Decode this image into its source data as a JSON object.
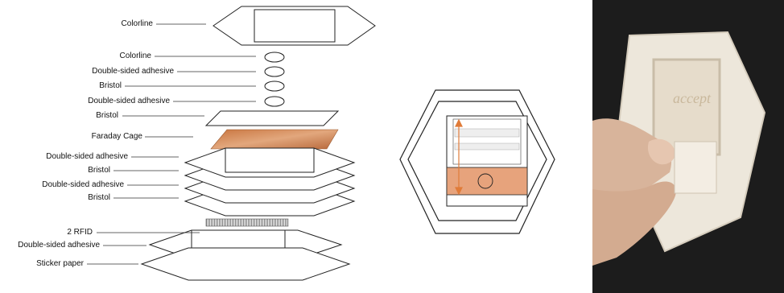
{
  "labels": [
    {
      "id": "colorline-top",
      "text": "Colorline"
    },
    {
      "id": "colorline",
      "text": "Colorline"
    },
    {
      "id": "adhesive-1",
      "text": "Double-sided adhesive"
    },
    {
      "id": "bristol-1",
      "text": "Bristol"
    },
    {
      "id": "adhesive-2",
      "text": "Double-sided adhesive"
    },
    {
      "id": "bristol-2",
      "text": "Bristol"
    },
    {
      "id": "faraday",
      "text": "Faraday Cage"
    },
    {
      "id": "adhesive-3",
      "text": "Double-sided adhesive"
    },
    {
      "id": "bristol-3",
      "text": "Bristol"
    },
    {
      "id": "adhesive-4",
      "text": "Double-sided adhesive"
    },
    {
      "id": "bristol-4",
      "text": "Bristol"
    },
    {
      "id": "rfid",
      "text": "2 RFID"
    },
    {
      "id": "adhesive-5",
      "text": "Double-sided adhesive"
    },
    {
      "id": "sticker",
      "text": "Sticker paper"
    }
  ],
  "photo": {
    "engraved_text": "accept"
  },
  "colors": {
    "copper": "#d98f5f",
    "arrow": "#e07b39",
    "line": "#222222",
    "paper": "#efeae0"
  }
}
